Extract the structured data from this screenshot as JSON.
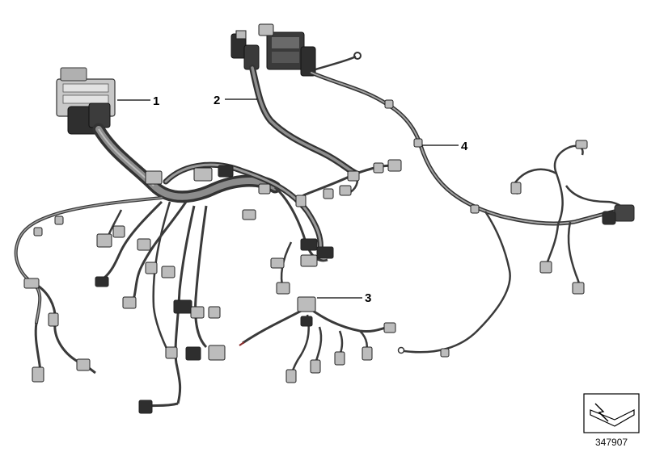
{
  "callouts": [
    {
      "number": "1"
    },
    {
      "number": "2"
    },
    {
      "number": "3"
    },
    {
      "number": "4"
    }
  ],
  "diagram_number": "347907",
  "colors": {
    "cable": "#4a4a4a",
    "cable_highlight": "#9a9a9a",
    "connector": "#b8b8b8",
    "connector_dark": "#3a3a3a",
    "leader_line": "#000000"
  }
}
